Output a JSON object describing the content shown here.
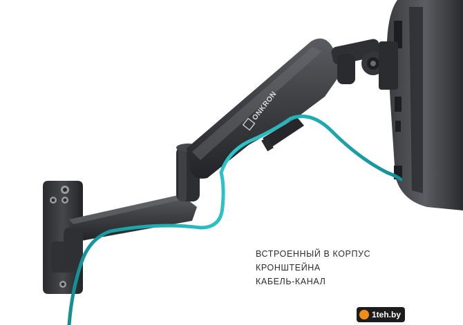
{
  "image": {
    "brand": "ONKRON",
    "caption_lines": [
      "ВСТРОЕННЫЙ В КОРПУС",
      "КРОНШТЕЙНА",
      "КАБЕЛЬ-КАНАЛ"
    ],
    "watermark": "1teh.by",
    "colors": {
      "metal_dark": "#2c2d30",
      "metal_mid": "#3e4044",
      "metal_light": "#5a5c61",
      "cable": "#1fb3b8",
      "background": "#ffffff",
      "caption_text": "#2b2b2b",
      "watermark_accent": "#f28c1a"
    }
  }
}
